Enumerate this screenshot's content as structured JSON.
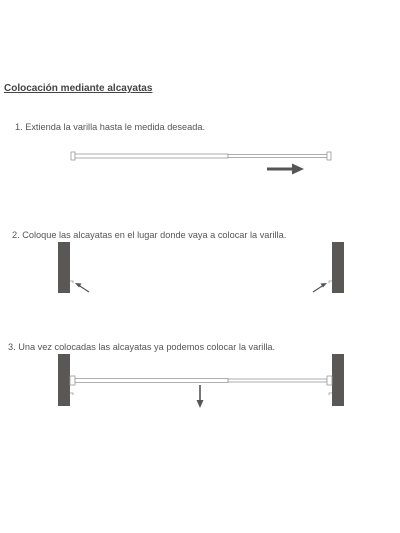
{
  "document": {
    "title": "Colocación mediante alcayatas",
    "steps": [
      {
        "text": "1. Extienda la varilla hasta le medida deseada."
      },
      {
        "text": "2. Coloque las alcayatas en el lugar donde vaya a colocar la varilla."
      },
      {
        "text": "3. Una vez colocadas las alcayatas ya podemos colocar la varilla."
      }
    ]
  },
  "colors": {
    "wall": "#5a5856",
    "arrow": "#555555",
    "rod_stroke": "#9a9a9a",
    "text": "#555555"
  },
  "icons": {
    "extend": "arrow-right-icon",
    "hooks": "arrow-diagonal-icon",
    "place": "arrow-down-icon"
  }
}
